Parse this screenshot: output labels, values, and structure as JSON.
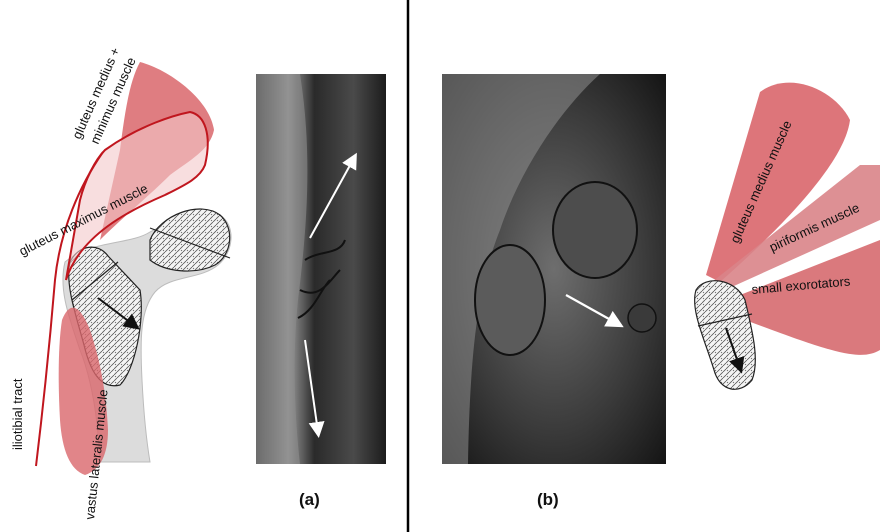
{
  "panels": [
    {
      "id": "a",
      "label": "(a)"
    },
    {
      "id": "b",
      "label": "(b)"
    }
  ],
  "labels_a": {
    "gluteus_medius_minimus_line1": "gluteus medius +",
    "gluteus_medius_minimus_line2": "minimus muscle",
    "gluteus_maximus": "gluteus maximus muscle",
    "iliotibial_tract": "iliotibial tract",
    "vastus_lateralis": "vastus lateralis muscle"
  },
  "labels_b": {
    "gluteus_medius": "gluteus medius muscle",
    "piriformis": "piriformis muscle",
    "small_exorotators": "small exorotators"
  },
  "colors": {
    "muscle_red": "#d9666b",
    "muscle_light": "#f2c9cb",
    "outline_red": "#c0161e",
    "bone_grey": "#dcdcdc",
    "mri_dark": "#1e1e1e",
    "divider": "#000000"
  }
}
